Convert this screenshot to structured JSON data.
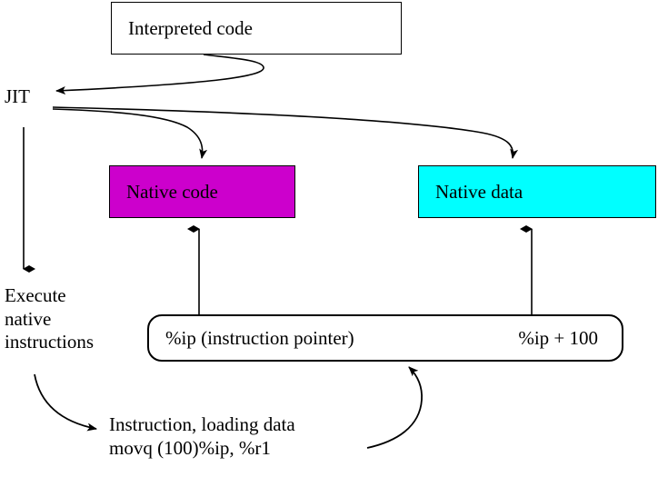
{
  "diagram": {
    "title": "JIT native code and data layout",
    "colors": {
      "native_code_fill": "#CC00CC",
      "native_data_fill": "#00FFFF",
      "stroke": "#000000",
      "background": "#FFFFFF"
    },
    "nodes": {
      "interpreted_code": {
        "label": "Interpreted code",
        "shape": "rectangle",
        "fill": "#FFFFFF"
      },
      "jit": {
        "label": "JIT",
        "shape": "text"
      },
      "native_code": {
        "label": "Native code",
        "shape": "rectangle",
        "fill": "#CC00CC"
      },
      "native_data": {
        "label": "Native data",
        "shape": "rectangle",
        "fill": "#00FFFF"
      },
      "ip_left": {
        "label": "%ip (instruction pointer)"
      },
      "ip_right": {
        "label": "%ip + 100"
      },
      "execute": {
        "label": "Execute\nnative\ninstructions",
        "shape": "text"
      },
      "instruction": {
        "label": "Instruction, loading data\nmovq (100)%ip, %r1",
        "shape": "text"
      }
    },
    "edges": [
      {
        "name": "interpreted-code-to-jit",
        "from": "interpreted_code",
        "to": "jit",
        "style": "curved-arrow"
      },
      {
        "name": "jit-to-native-code",
        "from": "jit",
        "to": "native_code",
        "style": "curved-arrow"
      },
      {
        "name": "jit-to-native-data",
        "from": "jit",
        "to": "native_data",
        "style": "curved-arrow"
      },
      {
        "name": "jit-to-execute",
        "from": "jit",
        "to": "execute",
        "style": "straight-arrow"
      },
      {
        "name": "ip-left-to-native-code",
        "from": "ip_left",
        "to": "native_code",
        "style": "straight-arrow"
      },
      {
        "name": "ip-right-to-native-data",
        "from": "ip_right",
        "to": "native_data",
        "style": "straight-arrow"
      },
      {
        "name": "execute-to-instruction",
        "from": "execute",
        "to": "instruction",
        "style": "curved-arrow"
      },
      {
        "name": "instruction-to-ip-box",
        "from": "instruction",
        "to": "ip_left",
        "style": "curved-arrow"
      }
    ]
  }
}
